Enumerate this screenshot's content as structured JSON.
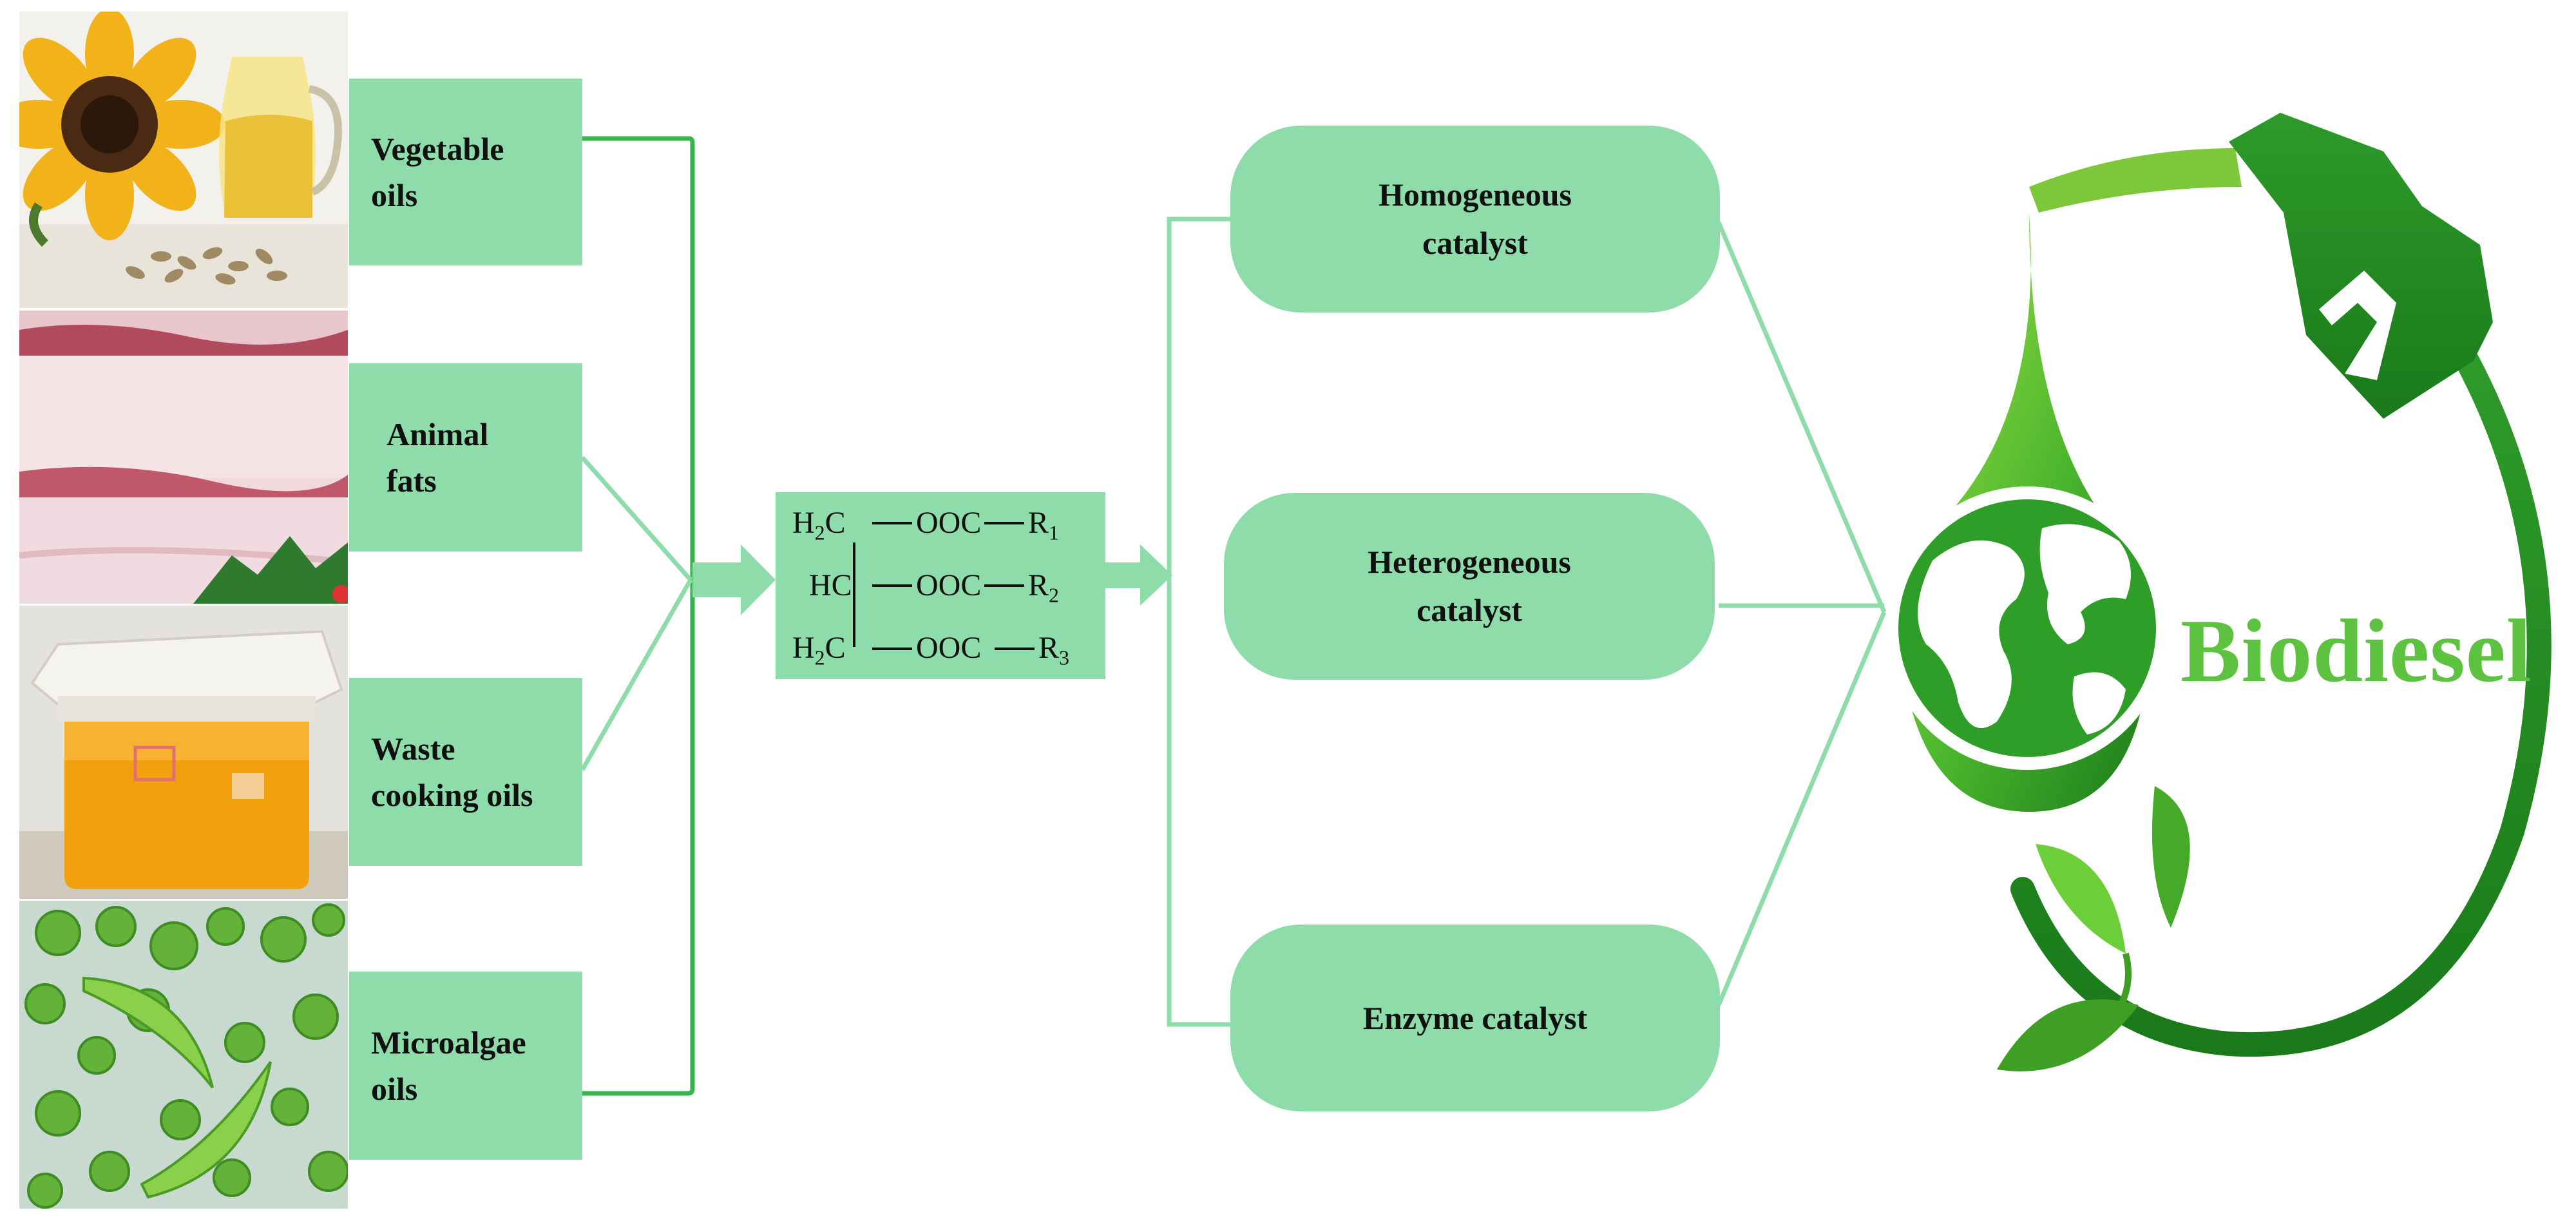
{
  "sources": [
    {
      "label": "Vegetable\noils",
      "icon": "sunflower-oil-photo"
    },
    {
      "label": "Animal\nfats",
      "icon": "animal-fat-photo"
    },
    {
      "label": "Waste\ncooking oils",
      "icon": "waste-oil-jar-photo"
    },
    {
      "label": "Microalgae\noils",
      "icon": "microalgae-photo"
    }
  ],
  "triglyceride": {
    "rows": [
      {
        "carbon": "H",
        "carbon_sub": "2",
        "carbon_tail": "C",
        "group": "OOC",
        "r": "R",
        "r_sub": "1"
      },
      {
        "carbon": "HC",
        "carbon_sub": "",
        "carbon_tail": "",
        "group": "OOC",
        "r": "R",
        "r_sub": "2"
      },
      {
        "carbon": "H",
        "carbon_sub": "2",
        "carbon_tail": "C",
        "group": "OOC",
        "r": "R",
        "r_sub": "3"
      }
    ]
  },
  "catalysts": [
    {
      "label": "Homogeneous\ncatalyst"
    },
    {
      "label": "Heterogeneous\ncatalyst"
    },
    {
      "label": "Enzyme catalyst"
    }
  ],
  "product": {
    "label": "Biodiesel",
    "icon": "globe-drop-fuel-nozzle-icon"
  },
  "colors": {
    "box": "#8fdcab",
    "connector": "#35b54a",
    "dark_green": "#1e8a1e",
    "light_green": "#8be06a",
    "text_green": "#5cc23f"
  }
}
